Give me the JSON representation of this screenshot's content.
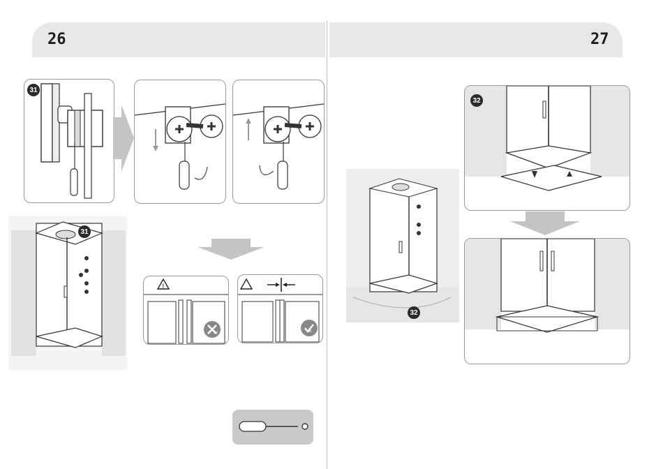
{
  "page_left": {
    "number": "26"
  },
  "page_right": {
    "number": "27"
  },
  "steps": {
    "step31": "31",
    "step32": "32"
  },
  "colors": {
    "band": "#e8e8e8",
    "arrow": "#c4c4c4",
    "badge": "#2a2a2a",
    "outline": "#9a9a9a"
  },
  "icons": [
    "warning-triangle-icon",
    "gap-close-arrows-icon",
    "no-icon",
    "ok-icon",
    "screwdriver-icon",
    "phillips-tip-icon"
  ],
  "labels": {
    "no": "NO",
    "ok": "OK"
  }
}
